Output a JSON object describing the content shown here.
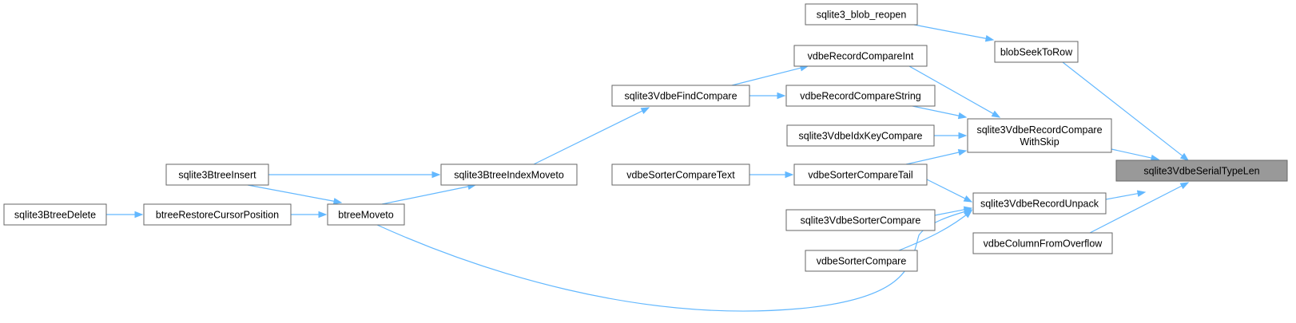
{
  "graph": {
    "focus": "sqlite3VdbeSerialTypeLen",
    "nodes": [
      {
        "id": "n_serial",
        "label": "sqlite3VdbeSerialTypeLen",
        "focus": true
      },
      {
        "id": "n_blob_reopen",
        "label": "sqlite3_blob_reopen"
      },
      {
        "id": "n_blobseek",
        "label": "blobSeekToRow"
      },
      {
        "id": "n_rcint",
        "label": "vdbeRecordCompareInt"
      },
      {
        "id": "n_rcstr",
        "label": "vdbeRecordCompareString"
      },
      {
        "id": "n_findcmp",
        "label": "sqlite3VdbeFindCompare"
      },
      {
        "id": "n_idxkey",
        "label": "sqlite3VdbeIdxKeyCompare"
      },
      {
        "id": "n_rcskip",
        "label": [
          "sqlite3VdbeRecordCompare",
          "WithSkip"
        ]
      },
      {
        "id": "n_sctext",
        "label": "vdbeSorterCompareText"
      },
      {
        "id": "n_sctail",
        "label": "vdbeSorterCompareTail"
      },
      {
        "id": "n_btinsert",
        "label": "sqlite3BtreeInsert"
      },
      {
        "id": "n_btidxmove",
        "label": "sqlite3BtreeIndexMoveto"
      },
      {
        "id": "n_unpack",
        "label": "sqlite3VdbeRecordUnpack"
      },
      {
        "id": "n_btdelete",
        "label": "sqlite3BtreeDelete"
      },
      {
        "id": "n_restore",
        "label": "btreeRestoreCursorPosition"
      },
      {
        "id": "n_moveto",
        "label": "btreeMoveto"
      },
      {
        "id": "n_sortcmp_pub",
        "label": "sqlite3VdbeSorterCompare"
      },
      {
        "id": "n_colovf",
        "label": "vdbeColumnFromOverflow"
      },
      {
        "id": "n_sortcmp",
        "label": "vdbeSorterCompare"
      }
    ],
    "edges": [
      {
        "from": "n_blob_reopen",
        "to": "n_blobseek"
      },
      {
        "from": "n_blobseek",
        "to": "n_serial"
      },
      {
        "from": "n_rcskip",
        "to": "n_serial"
      },
      {
        "from": "n_unpack",
        "to": "n_serial"
      },
      {
        "from": "n_colovf",
        "to": "n_serial"
      },
      {
        "from": "n_findcmp",
        "to": "n_rcint"
      },
      {
        "from": "n_findcmp",
        "to": "n_rcstr"
      },
      {
        "from": "n_btidxmove",
        "to": "n_findcmp"
      },
      {
        "from": "n_rcint",
        "to": "n_rcskip"
      },
      {
        "from": "n_rcstr",
        "to": "n_rcskip"
      },
      {
        "from": "n_idxkey",
        "to": "n_rcskip"
      },
      {
        "from": "n_sctail",
        "to": "n_rcskip"
      },
      {
        "from": "n_sctext",
        "to": "n_sctail"
      },
      {
        "from": "n_sctail",
        "to": "n_unpack"
      },
      {
        "from": "n_sortcmp_pub",
        "to": "n_unpack"
      },
      {
        "from": "n_sortcmp",
        "to": "n_unpack"
      },
      {
        "from": "n_moveto",
        "to": "n_unpack"
      },
      {
        "from": "n_btinsert",
        "to": "n_btidxmove"
      },
      {
        "from": "n_moveto",
        "to": "n_btidxmove"
      },
      {
        "from": "n_btinsert",
        "to": "n_moveto"
      },
      {
        "from": "n_restore",
        "to": "n_moveto"
      },
      {
        "from": "n_btdelete",
        "to": "n_restore"
      }
    ],
    "colors": {
      "edge": "#63b8ff",
      "node_border": "#666666",
      "node_fill": "#ffffff",
      "focus_fill": "#999999",
      "text": "#000000"
    }
  }
}
